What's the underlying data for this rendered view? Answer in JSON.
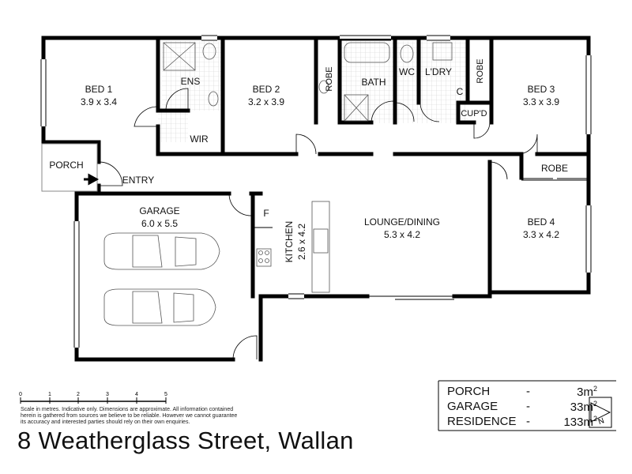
{
  "rooms": {
    "bed1": {
      "name": "BED 1",
      "size": "3.9 x 3.4"
    },
    "ens": {
      "name": "ENS"
    },
    "bed2": {
      "name": "BED 2",
      "size": "3.2 x 3.9"
    },
    "robe_bed2": {
      "name": "ROBE"
    },
    "bath": {
      "name": "BATH"
    },
    "wc": {
      "name": "WC"
    },
    "ldry": {
      "name": "L'DRY"
    },
    "c": {
      "name": "C"
    },
    "robe_bed3": {
      "name": "ROBE"
    },
    "cupd": {
      "name": "CUP'D"
    },
    "bed3": {
      "name": "BED 3",
      "size": "3.3 x 3.9"
    },
    "wir": {
      "name": "WIR"
    },
    "porch": {
      "name": "PORCH"
    },
    "entry": {
      "name": "ENTRY"
    },
    "garage": {
      "name": "GARAGE",
      "size": "6.0 x 5.5"
    },
    "fridge": {
      "name": "F"
    },
    "kitchen": {
      "name": "KITCHEN",
      "size": "2.6 x 4.2"
    },
    "lounge": {
      "name": "LOUNGE/DINING",
      "size": "5.3 x 4.2"
    },
    "robe_bed4": {
      "name": "ROBE"
    },
    "bed4": {
      "name": "BED 4",
      "size": "3.3 x 4.2"
    }
  },
  "scale": {
    "ticks": [
      "0",
      "1",
      "2",
      "3",
      "4",
      "5"
    ]
  },
  "disclaimer": "Scale in metres. Indicative only. Dimensions are approximate. All information contained herein is gathered from sources we believe to be reliable. However we cannot guarantee its accuracy and interested parties should rely on their own enquiries.",
  "areas": [
    {
      "name": "PORCH",
      "value": "3m",
      "sup": "2"
    },
    {
      "name": "GARAGE",
      "value": "33m",
      "sup": "2"
    },
    {
      "name": "RESIDENCE",
      "value": "133m",
      "sup": "2"
    }
  ],
  "area_dash": "-",
  "compass": {
    "letter": "N"
  },
  "address": "8 Weatherglass Street, Wallan"
}
